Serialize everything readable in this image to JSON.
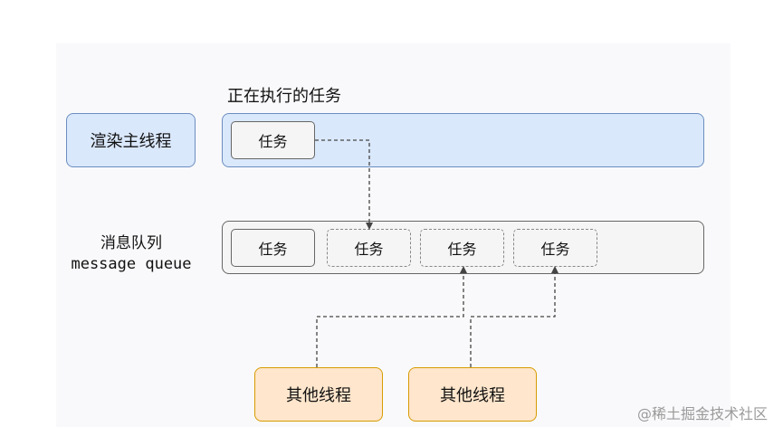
{
  "diagram": {
    "running_task_title": "正在执行的任务",
    "main_thread_label": "渲染主线程",
    "current_task_label": "任务",
    "queue_title_cn": "消息队列",
    "queue_title_en": "message queue",
    "queue_tasks": [
      {
        "label": "任务",
        "style": "solid"
      },
      {
        "label": "任务",
        "style": "dashed"
      },
      {
        "label": "任务",
        "style": "dashed"
      },
      {
        "label": "任务",
        "style": "dashed"
      }
    ],
    "other_threads": [
      {
        "label": "其他线程"
      },
      {
        "label": "其他线程"
      }
    ]
  },
  "watermark": "@稀土掘金技术社区",
  "colors": {
    "main_thread_fill": "#dae8fc",
    "main_thread_border": "#6c8ebf",
    "queue_fill": "#f5f5f5",
    "queue_border": "#666666",
    "other_thread_fill": "#ffe6cc",
    "other_thread_border": "#d79b00"
  }
}
